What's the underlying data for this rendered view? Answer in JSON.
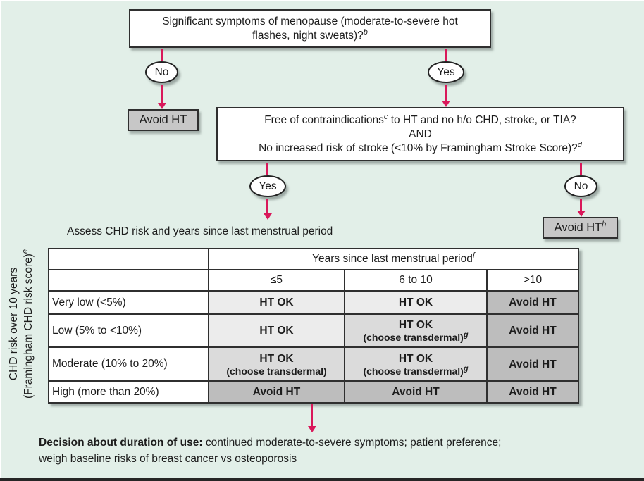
{
  "colors": {
    "bg": "#e2efe8",
    "arrow": "#d9185a",
    "border": "#2f2f2f",
    "gray_fill": "#c7c7c7",
    "cell_light": "#ececec",
    "cell_mid": "#dbdbdb",
    "cell_dark": "#bdbdbd",
    "bottom_bar": "#262626"
  },
  "flow": {
    "q1": {
      "text": "Significant symptoms of menopause (moderate-to-severe hot flashes, night sweats)?",
      "sup": "b"
    },
    "no1": "No",
    "yes1": "Yes",
    "avoid1": "Avoid HT",
    "q2": {
      "line1_pre": "Free of contraindications",
      "line1_sup": "c",
      "line1_post": " to HT and no h/o CHD, stroke, or TIA?",
      "line2": "AND",
      "line3_pre": "No increased risk of stroke (<10% by Framingham Stroke Score)?",
      "line3_sup": "d"
    },
    "yes2": "Yes",
    "no2": "No",
    "avoid2": {
      "text": "Avoid HT",
      "sup": "h"
    }
  },
  "table": {
    "caption": "Assess CHD risk and years since last menstrual period",
    "axis": {
      "line1": "CHD risk over 10 years",
      "line2": "(Framingham CHD risk score)",
      "sup": "e"
    },
    "col_group": {
      "text": "Years since last menstrual period",
      "sup": "f"
    },
    "col_headers": [
      "≤5",
      "6 to 10",
      ">10"
    ],
    "rows": [
      {
        "label": "Very low (<5%)",
        "cells": [
          {
            "main": "HT OK",
            "shade": "light"
          },
          {
            "main": "HT OK",
            "shade": "light"
          },
          {
            "main": "Avoid HT",
            "shade": "dark"
          }
        ]
      },
      {
        "label": "Low (5% to <10%)",
        "cells": [
          {
            "main": "HT OK",
            "shade": "light"
          },
          {
            "main": "HT OK",
            "sub": "(choose transdermal)",
            "sup": "g",
            "shade": "mid"
          },
          {
            "main": "Avoid HT",
            "shade": "dark"
          }
        ]
      },
      {
        "label": "Moderate (10% to 20%)",
        "cells": [
          {
            "main": "HT OK",
            "sub": "(choose transdermal)",
            "shade": "mid"
          },
          {
            "main": "HT OK",
            "sub": "(choose transdermal)",
            "sup": "g",
            "shade": "mid"
          },
          {
            "main": "Avoid HT",
            "shade": "dark"
          }
        ]
      },
      {
        "label": "High (more than 20%)",
        "cells": [
          {
            "main": "Avoid HT",
            "shade": "dark"
          },
          {
            "main": "Avoid HT",
            "shade": "dark"
          },
          {
            "main": "Avoid HT",
            "shade": "dark"
          }
        ]
      }
    ]
  },
  "footer": {
    "lead": "Decision about duration of use:",
    "line1_rest": " continued moderate-to-severe symptoms; patient preference;",
    "line2": "weigh baseline risks of breast cancer vs osteoporosis"
  }
}
